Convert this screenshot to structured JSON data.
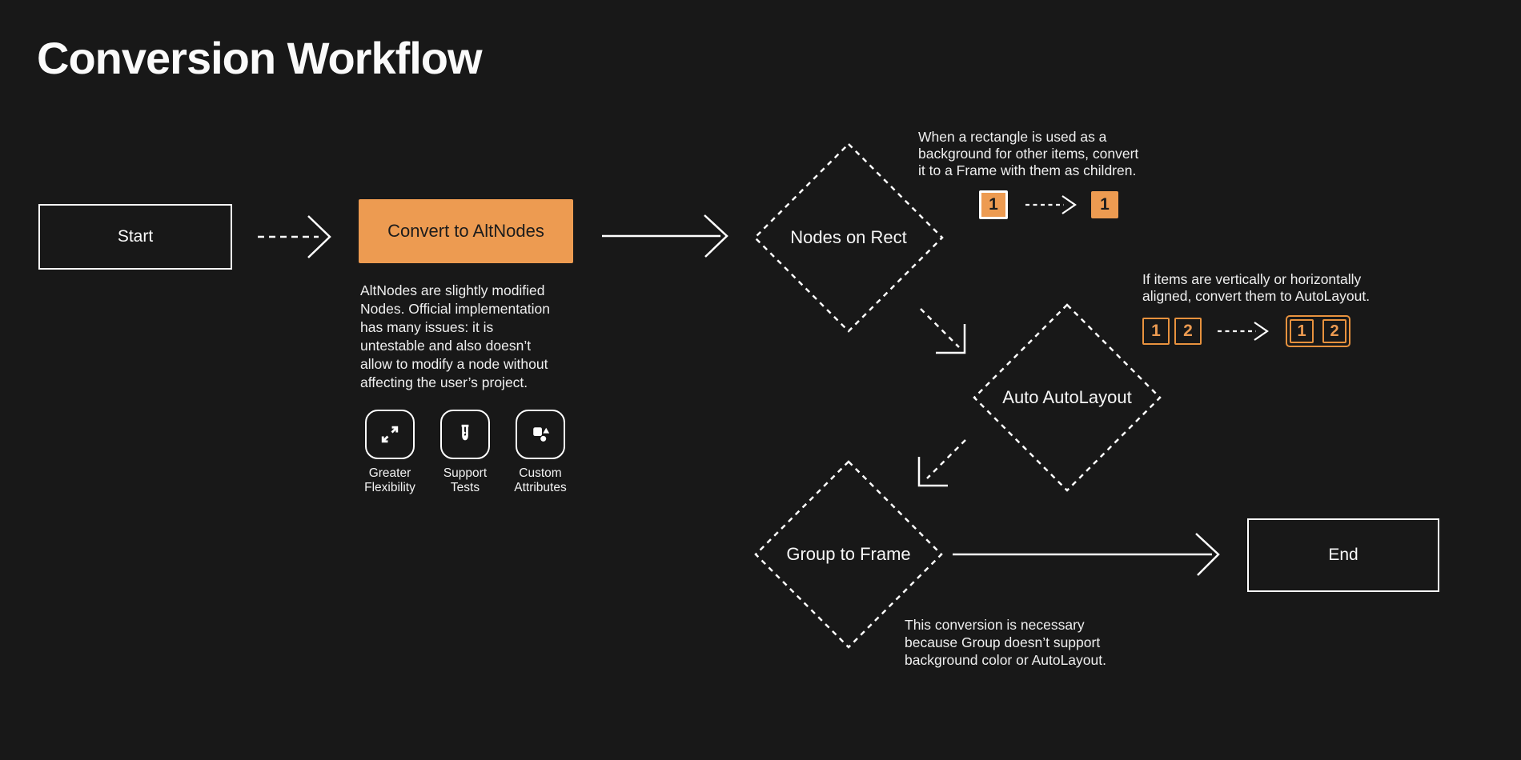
{
  "page": {
    "title": "Conversion Workflow",
    "colors": {
      "background": "#181818",
      "accent": "#ED9B51",
      "accent_border": "#E8923E",
      "text": "#F2F2F2",
      "node_border": "#FFFFFF",
      "dark_text": "#1C1C1C"
    }
  },
  "flow": {
    "start": {
      "label": "Start"
    },
    "convert_to_altnodes": {
      "label": "Convert to AltNodes",
      "description": "AltNodes are slightly modified\nNodes. Official implementation\nhas many issues: it is\nuntestable and also doesn’t\nallow to modify a node without\naffecting the user’s project.",
      "features": [
        {
          "icon": "expand-arrows-icon",
          "label": "Greater\nFlexibility"
        },
        {
          "icon": "test-tube-icon",
          "label": "Support\nTests"
        },
        {
          "icon": "shapes-icon",
          "label": "Custom\nAttributes"
        }
      ]
    },
    "nodes_on_rect": {
      "label": "Nodes on Rect",
      "note": "When a rectangle is used as a\nbackground for other items, convert\nit to a Frame with them as children.",
      "example": {
        "before": "1",
        "after": "1"
      }
    },
    "auto_autolayout": {
      "label": "Auto AutoLayout",
      "note": "If items are vertically or horizontally\naligned, convert them to AutoLayout.",
      "example": {
        "before": [
          "1",
          "2"
        ],
        "after": [
          "1",
          "2"
        ]
      }
    },
    "group_to_frame": {
      "label": "Group to Frame",
      "note": "This conversion is necessary\nbecause Group doesn’t support\nbackground color or AutoLayout."
    },
    "end": {
      "label": "End"
    }
  }
}
